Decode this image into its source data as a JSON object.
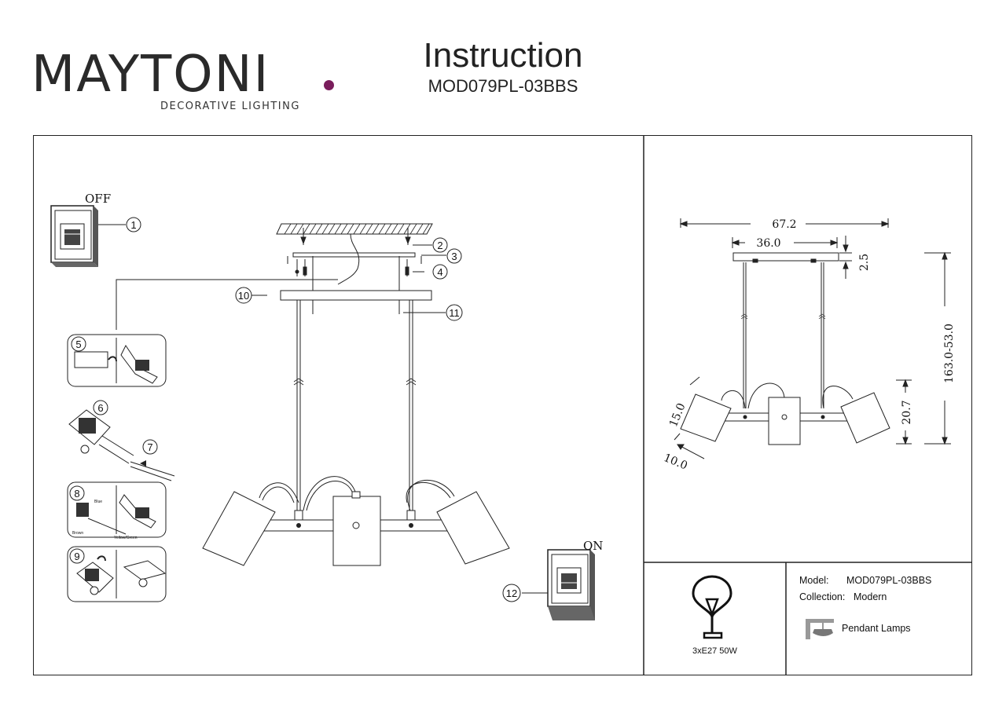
{
  "brand": {
    "name": "MAYTONI",
    "tagline": "DECORATIVE LIGHTING",
    "accent": "#7a1d5c"
  },
  "document": {
    "title": "Instruction",
    "model_code": "MOD079PL-03BBS"
  },
  "steps": {
    "switch_off": "OFF",
    "switch_on": "ON",
    "numbers": [
      "1",
      "2",
      "3",
      "4",
      "5",
      "6",
      "7",
      "8",
      "9",
      "10",
      "11",
      "12"
    ],
    "wire_labels": {
      "blue": "Blue",
      "brown": "Brown",
      "yellow_green": "Yellow/Green"
    }
  },
  "dimensions": {
    "total_width": "67.2",
    "canopy_width": "36.0",
    "canopy_height": "2.5",
    "total_height": "163.0-53.0",
    "shade_height": "15.0",
    "shade_diameter": "10.0",
    "body_height": "20.7"
  },
  "info": {
    "bulb": "3xE27 50W",
    "model_label": "Model:",
    "model_value": "MOD079PL-03BBS",
    "collection_label": "Collection:",
    "collection_value": "Modern",
    "category": "Pendant Lamps"
  }
}
